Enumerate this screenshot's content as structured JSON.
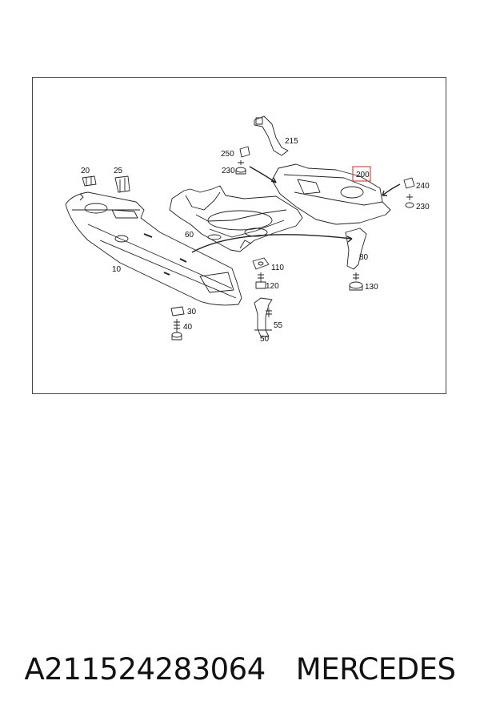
{
  "diagram": {
    "callouts": {
      "c10": "10",
      "c20": "20",
      "c25": "25",
      "c30": "30",
      "c40": "40",
      "c50": "50",
      "c55": "55",
      "c60": "60",
      "c80": "80",
      "c110": "110",
      "c120": "120",
      "c130": "130",
      "c200": "200",
      "c215": "215",
      "c230a": "230",
      "c230b": "230",
      "c240": "240",
      "c250": "250"
    },
    "highlight_color": "#e04848"
  },
  "footer": {
    "part_number": "A211524283064",
    "brand": "MERCEDES"
  }
}
